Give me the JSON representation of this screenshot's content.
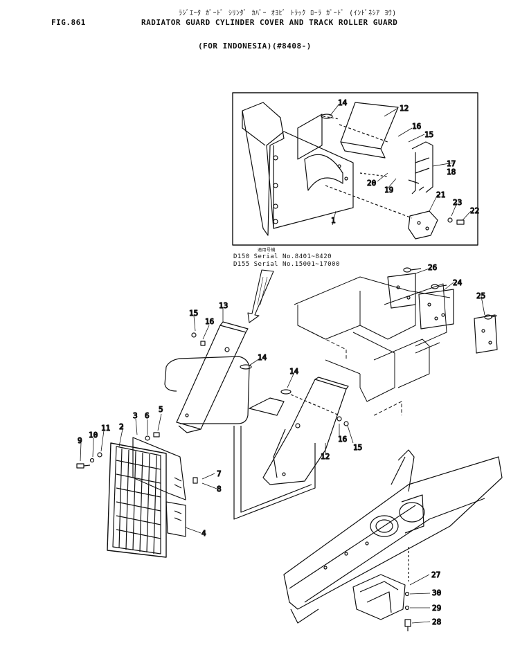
{
  "header": {
    "fig_label": "FIG.861",
    "japanese_title": "ﾗｼﾞｴｰﾀ ｶﾞｰﾄﾞ ｼﾘﾝﾀﾞ ｶﾊﾞｰ ｵﾖﾋﾞ ﾄﾗｯｸ ﾛｰﾗ ｶﾞｰﾄﾞ (ｲﾝﾄﾞﾈｼｱ ﾖｳ)",
    "title": "RADIATOR GUARD CYLINDER COVER AND TRACK ROLLER GUARD",
    "subtitle": "(FOR INDONESIA)(#8408-)"
  },
  "serial_note": {
    "header": "適用号機",
    "line1": "D150 Serial No.8401~8420",
    "line2": "D155 Serial No.15001~17000"
  },
  "callouts": [
    "1",
    "2",
    "3",
    "4",
    "5",
    "6",
    "7",
    "8",
    "9",
    "10",
    "11",
    "12",
    "13",
    "14",
    "15",
    "16",
    "17",
    "18",
    "19",
    "20",
    "21",
    "22",
    "23",
    "24",
    "25",
    "26",
    "27",
    "28",
    "29",
    "30"
  ]
}
